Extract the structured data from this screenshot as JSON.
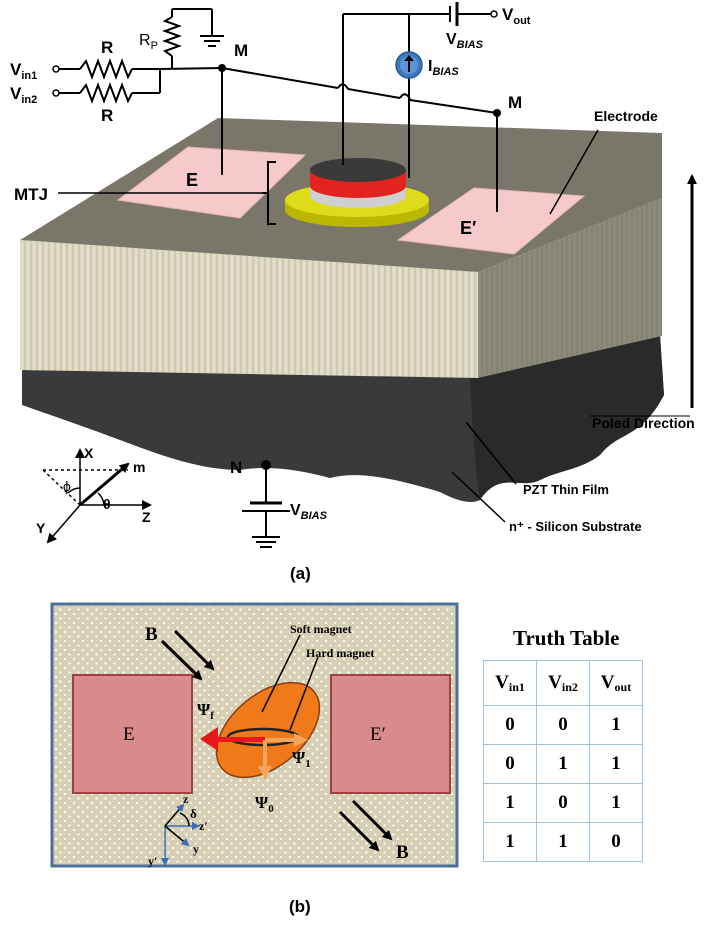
{
  "panel_a": {
    "label": "(a)",
    "rp": "R",
    "rp_sub": "P",
    "r_upper": "R",
    "r_lower": "R",
    "vin1": "V",
    "vin1_sub": "in1",
    "vin2": "V",
    "vin2_sub": "in2",
    "m_left": "M",
    "m_right": "M",
    "vout": "V",
    "vout_sub": "out",
    "vbias_top": "V",
    "vbias_top_sub": "BIAS",
    "ibias": "I",
    "ibias_sub": "BIAS",
    "electrode": "Electrode",
    "mtj": "MTJ",
    "e_left": "E",
    "e_right": "E′",
    "poled": "Poled Direction",
    "pzt": "PZT Thin Film",
    "substrate": "n⁺ - Silicon Substrate",
    "n": "N",
    "vbias_bottom": "V",
    "vbias_bottom_sub": "BIAS",
    "axis_x": "X",
    "axis_z": "Z",
    "axis_y": "Y",
    "axis_m": "m",
    "phi": "ϕ",
    "theta": "θ"
  },
  "panel_b": {
    "label": "(b)",
    "b_top": "B",
    "b_bottom": "B",
    "soft_magnet": "Soft magnet",
    "hard_magnet": "Hard magnet",
    "e_left": "E",
    "e_right": "E′",
    "psi_f": "Ψ",
    "psi_f_sub": "f",
    "psi_1": "Ψ",
    "psi_1_sub": "1",
    "psi_0": "Ψ",
    "psi_0_sub": "0",
    "z": "z",
    "z_prime": "z′",
    "y": "y",
    "y_prime": "y′",
    "delta": "δ"
  },
  "truth_table": {
    "title": "Truth Table",
    "headers": [
      {
        "main": "V",
        "sub": "in1"
      },
      {
        "main": "V",
        "sub": "in2"
      },
      {
        "main": "V",
        "sub": "out"
      }
    ],
    "rows": [
      [
        "0",
        "0",
        "1"
      ],
      [
        "0",
        "1",
        "1"
      ],
      [
        "1",
        "0",
        "1"
      ],
      [
        "1",
        "1",
        "0"
      ]
    ]
  },
  "colors": {
    "pzt_top": "#7a776a",
    "pzt_front": "#dcd8c2",
    "pzt_side": "#898877",
    "substrate": "#3c3c3c",
    "electrode": "#f5c9c9",
    "mtj_red": "#e61e1e",
    "mtj_yellow": "#d8d60a",
    "panel_bg": "#d8d2b8",
    "panel_border": "#4a6f9a",
    "b_electrode": "#d98a8a",
    "soft_magnet": "#f07a1a",
    "ibias_blue": "#3d79bf"
  }
}
